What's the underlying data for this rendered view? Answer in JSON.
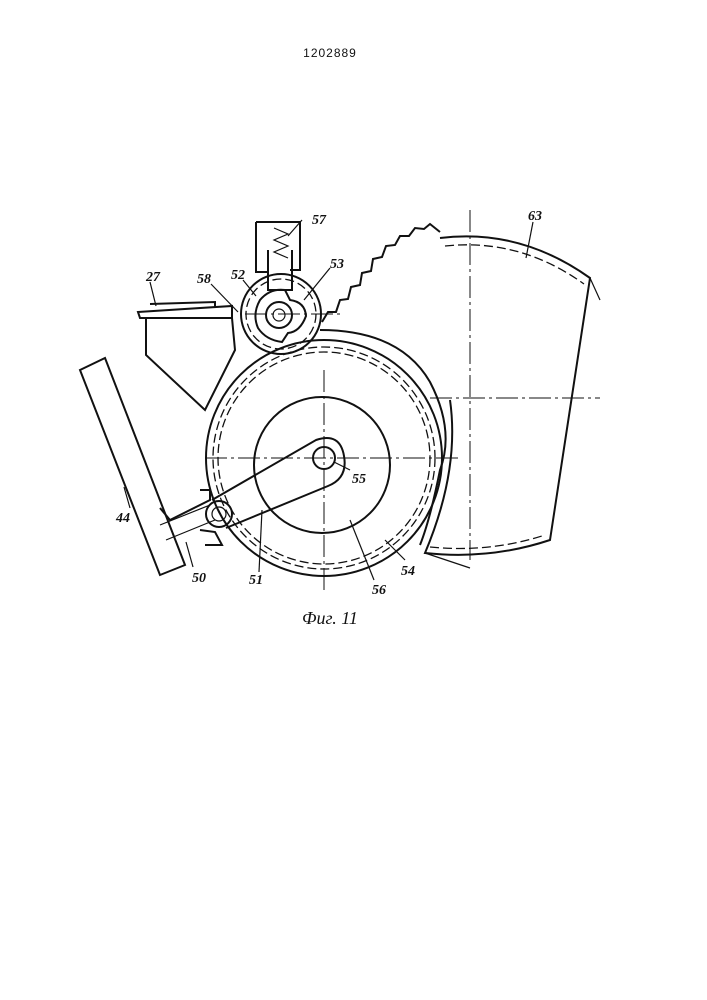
{
  "document": {
    "number": "1202889"
  },
  "figure": {
    "caption": "Фиг. 11",
    "labels": {
      "l27": "27",
      "l58": "58",
      "l52": "52",
      "l57": "57",
      "l53": "53",
      "l63": "63",
      "l44": "44",
      "l50": "50",
      "l51": "51",
      "l55": "55",
      "l56": "56",
      "l54": "54"
    }
  }
}
